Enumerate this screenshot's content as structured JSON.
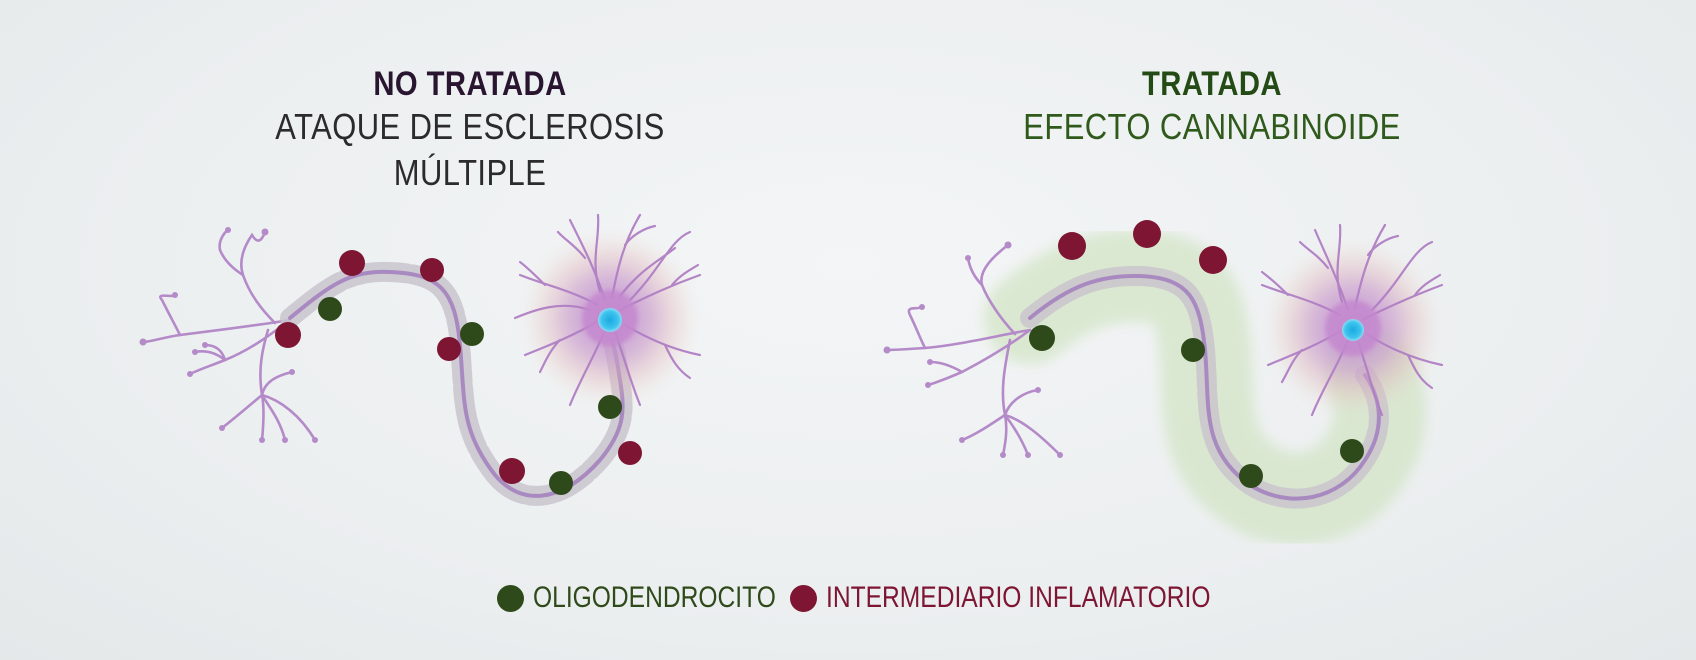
{
  "left_panel": {
    "title": "NO TRATADA",
    "subtitle": "ATAQUE DE ESCLEROSIS MÚLTIPLE"
  },
  "right_panel": {
    "title": "TRATADA",
    "subtitle": "EFECTO CANNABINOIDE"
  },
  "legend": {
    "oligodendrocyte": {
      "label": "OLIGODENDROCITO",
      "color": "#2f4a1a"
    },
    "inflammatory": {
      "label": "INTERMEDIARIO INFLAMATORIO",
      "color": "#7d1533"
    }
  },
  "colors": {
    "neuron": "#b48ac9",
    "axon": "#a88ac0",
    "nucleus": "#2fb6e8",
    "myelin": "#c9c4cc",
    "protection_halo": "#cfe3c0"
  }
}
